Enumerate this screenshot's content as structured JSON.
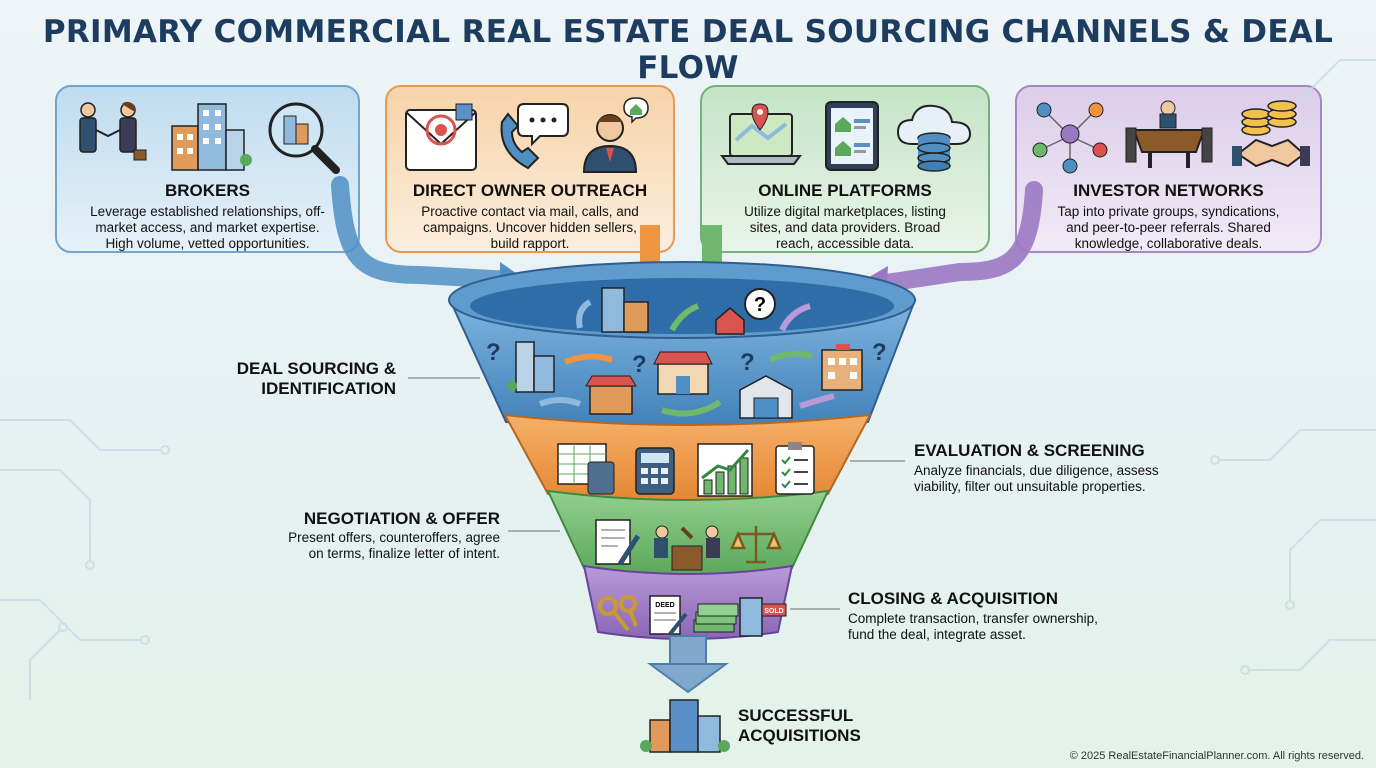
{
  "title": "PRIMARY COMMERCIAL REAL ESTATE DEAL SOURCING CHANNELS & DEAL FLOW",
  "channels": [
    {
      "title": "BROKERS",
      "desc": [
        "Leverage established relationships, off-",
        "market access, and market expertise.",
        "High volume, vetted opportunities."
      ],
      "color": "#6fa6cf",
      "icons": [
        "handshake-people-icon",
        "buildings-icon",
        "magnifier-building-icon"
      ]
    },
    {
      "title": "DIRECT OWNER OUTREACH",
      "desc": [
        "Proactive contact via mail, calls, and",
        "campaigns. Uncover hidden sellers,",
        "build rapport."
      ],
      "color": "#e99a4e",
      "icons": [
        "target-envelope-icon",
        "phone-chat-icon",
        "owner-house-icon"
      ]
    },
    {
      "title": "ONLINE PLATFORMS",
      "desc": [
        "Utilize digital marketplaces, listing",
        "sites, and data providers. Broad",
        "reach, accessible data."
      ],
      "color": "#74b27b",
      "icons": [
        "laptop-map-icon",
        "tablet-listing-icon",
        "cloud-database-icon"
      ]
    },
    {
      "title": "INVESTOR NETWORKS",
      "desc": [
        "Tap into private groups, syndications,",
        "and peer-to-peer referrals. Shared",
        "knowledge, collaborative deals."
      ],
      "color": "#a787c7",
      "icons": [
        "network-people-icon",
        "meeting-table-icon",
        "coins-handshake-icon"
      ]
    }
  ],
  "stages": {
    "sourcing": {
      "title": [
        "DEAL SOURCING &",
        "IDENTIFICATION"
      ]
    },
    "evaluation": {
      "title": "EVALUATION & SCREENING",
      "desc": [
        "Analyze financials, due diligence, assess",
        "viability, filter out unsuitable properties."
      ]
    },
    "negotiation": {
      "title": "NEGOTIATION & OFFER",
      "desc": [
        "Present offers, counteroffers, agree",
        "on terms, finalize letter of intent."
      ]
    },
    "closing": {
      "title": "CLOSING & ACQUISITION",
      "desc": [
        "Complete transaction, transfer ownership,",
        "fund the deal, integrate asset."
      ]
    },
    "result": {
      "title": [
        "SUCCESSFUL",
        "ACQUISITIONS"
      ]
    }
  },
  "colors": {
    "blue": "#4f8fc4",
    "orange": "#ef9440",
    "green": "#6fb86e",
    "purple": "#9b78c4",
    "navy": "#1c3d5f"
  },
  "icons": {
    "question": "?",
    "sold_tag": "SOLD",
    "document_tag": "DEED"
  },
  "footer": "© 2025 RealEstateFinancialPlanner.com. All rights reserved."
}
